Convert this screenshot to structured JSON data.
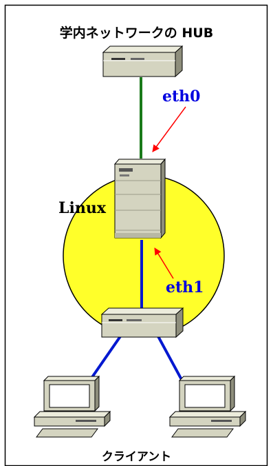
{
  "title": "学内ネットワークの HUB",
  "footer": "クライアント",
  "labels": {
    "eth0": "eth0",
    "eth1": "eth1",
    "linux": "Linux"
  },
  "colors": {
    "uplink_cable": "#1a7a1a",
    "lan_cable": "#0018d0",
    "label_blue": "#0000e0",
    "pointer_arrow": "#ff0000",
    "linux_zone": "#ffff2a",
    "device_body": "#d4d4c0"
  },
  "icons": [
    "hub-icon",
    "server-tower-icon",
    "switch-icon",
    "desktop-computer-icon",
    "desktop-computer-icon"
  ]
}
